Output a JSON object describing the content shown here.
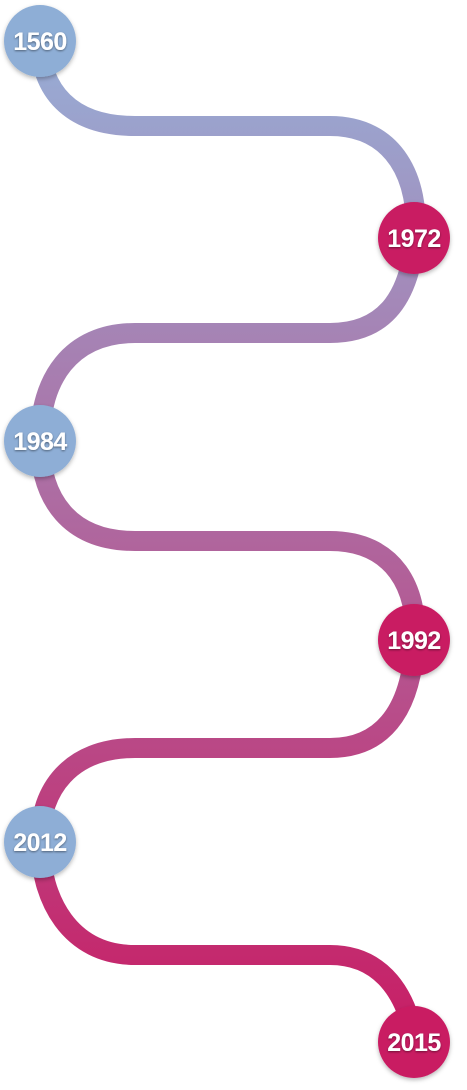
{
  "milestones": [
    {
      "year": "1560",
      "color": "#8eaed6"
    },
    {
      "year": "1972",
      "color": "#c91c62"
    },
    {
      "year": "1984",
      "color": "#8eaed6"
    },
    {
      "year": "1992",
      "color": "#c91c62"
    },
    {
      "year": "2012",
      "color": "#8eaed6"
    },
    {
      "year": "2015",
      "color": "#c91c62"
    }
  ],
  "path_gradient": {
    "start": "#97aed6",
    "end": "#c81d64"
  }
}
